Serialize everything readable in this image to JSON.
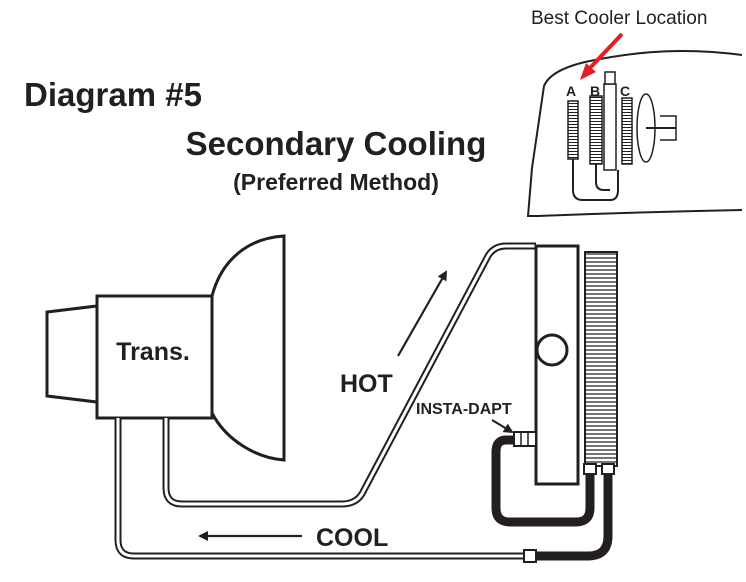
{
  "title": "Diagram #5",
  "subtitle": "Secondary Cooling",
  "subtitle_note": "(Preferred Method)",
  "inset": {
    "callout": "Best Cooler Location",
    "label_a": "A",
    "label_b": "B",
    "label_c": "C"
  },
  "labels": {
    "transmission": "Trans.",
    "hot": "HOT",
    "cool": "COOL",
    "fitting": "INSTA-DAPT"
  },
  "colors": {
    "ink": "#231f20",
    "callout_arrow": "#e31e24"
  }
}
